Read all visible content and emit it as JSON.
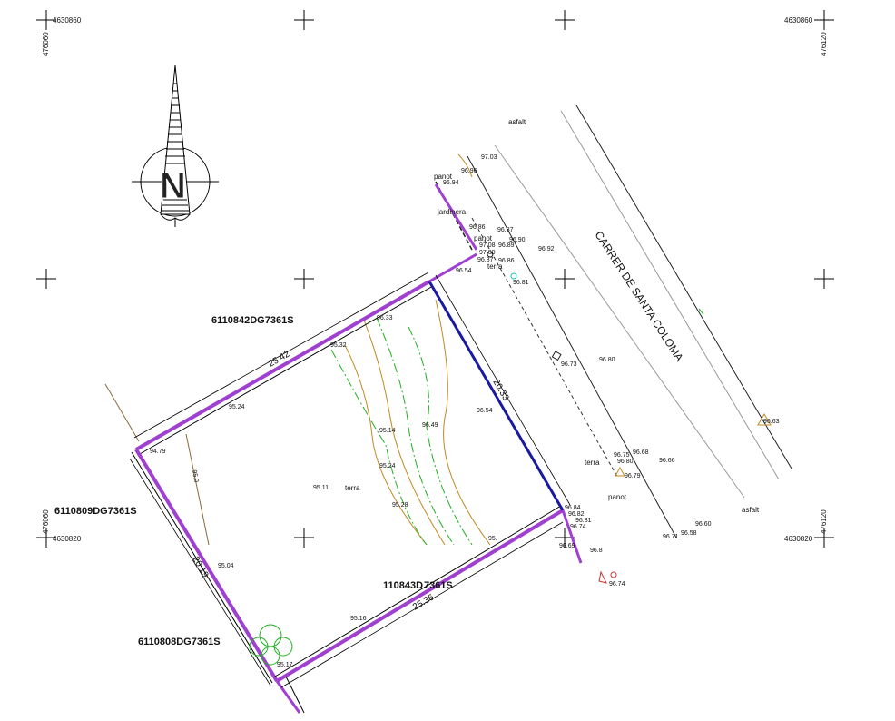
{
  "coords": {
    "top_left_n": "4630860",
    "top_left_e": "476060",
    "top_right_n": "4630860",
    "top_right_e": "476120",
    "bottom_left_n": "4630820",
    "bottom_left_e": "476060",
    "bottom_right_n": "4630820",
    "bottom_right_e": "476120"
  },
  "north_arrow": {
    "letter": "N"
  },
  "street": {
    "name": "CARRER DE SANTA COLOMA",
    "surface_label_1": "asfalt",
    "surface_label_2": "asfalt"
  },
  "parcels": {
    "north": "6110842DG7361S",
    "west": "6110809DG7361S",
    "southwest": "6110808DG7361S",
    "south": "110843D 7361S"
  },
  "dimensions": {
    "nw_side": "25.42",
    "ne_side": "20.33",
    "sw_side": "20.19",
    "se_side": "25.36",
    "inner": "95.0"
  },
  "labels": {
    "panot_1": "panot",
    "panot_2": "panot",
    "panot_3": "panot",
    "jardinera": "jardinera",
    "terra_1": "terra",
    "terra_2": "terra",
    "terra_3": "terra"
  },
  "spot_heights": {
    "h97_03": "97.03",
    "h96_96": "96.96",
    "h96_94": "96.94",
    "h96_86a": "96.86",
    "h96_87a": "96.87",
    "h96_90": "96.90",
    "h97_08": "97.08",
    "h96_89": "96.89",
    "h97_00": "97.00",
    "h96_86b": "96.86",
    "h96_87b": "96.87",
    "h96_92": "96.92",
    "h96_54a": "96.54",
    "h96_81": "96.81",
    "h96_33": "96.33",
    "h95_32": "95.32",
    "h96_73": "96.73",
    "h96_80": "96.80",
    "h95_24a": "95.24",
    "h96_54b": "96.54",
    "h96_49": "96.49",
    "h95_14": "95.14",
    "h96_63": "96.63",
    "h94_79": "94.79",
    "h95_24b": "95.24",
    "h96_75": "96.75",
    "h96_68": "96.68",
    "h96_80b": "96.80",
    "h96_66": "96.66",
    "h96_79": "96.79",
    "h95_11": "95.11",
    "h95_28": "95.28",
    "h96_84": "96.84",
    "h96_82": "96.82",
    "h96_81b": "96.81",
    "h96_74a": "96.74",
    "h96_60": "96.60",
    "h96_58": "96.58",
    "h96_71": "96.71",
    "h95_04": "95.04",
    "h96_69": "96.69",
    "h96_74b": "96.74",
    "h95_16": "95.16",
    "h95_17": "95.17",
    "h95_x": "95.",
    "h96_8x": "96.8"
  },
  "colors": {
    "boundary_purple": "#a040d0",
    "boundary_blue": "#1a1aa0",
    "contour_orange": "#c08820",
    "contour_green": "#20b020",
    "dash_black": "#333333"
  }
}
